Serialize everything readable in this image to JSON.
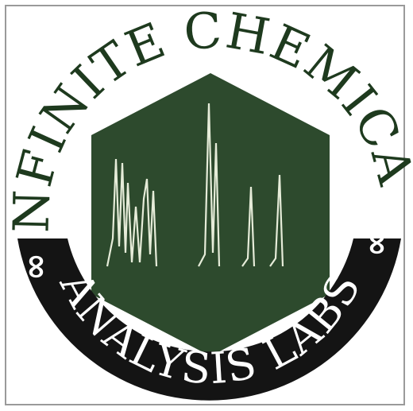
{
  "logo": {
    "name_top": "INFINITE CHEMICAL",
    "name_bottom": "ANALYSIS LABS",
    "infinity_symbol": "∞",
    "colors": {
      "hexagon": "#2d4a2d",
      "band": "#141414",
      "text": "#1e3a1e",
      "band_text": "#ffffff",
      "peaks": "#e6ecd9",
      "frame": "#9a9a9a"
    },
    "emblem": "chromatogram-peaks-in-hexagon"
  }
}
